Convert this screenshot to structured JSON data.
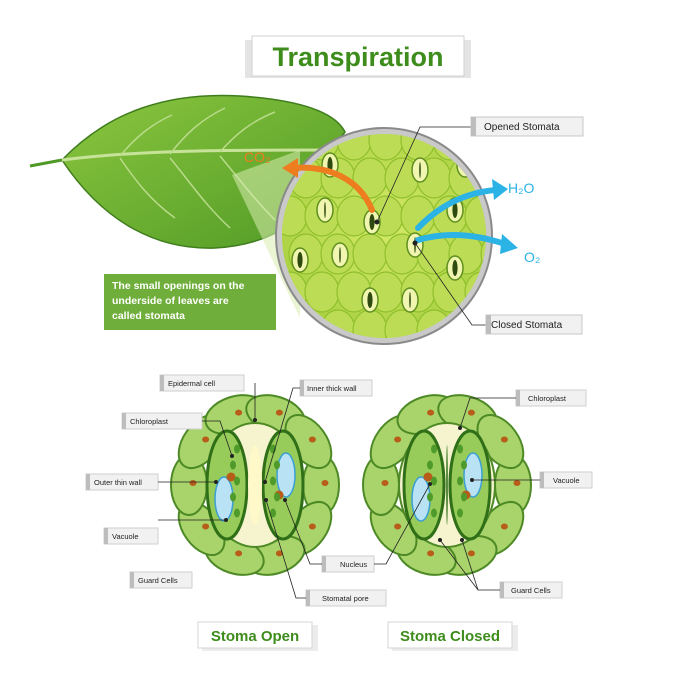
{
  "title": "Transpiration",
  "top_labels": {
    "opened_stomata": "Opened Stomata",
    "closed_stomata": "Closed Stomata"
  },
  "molecules": {
    "co2": "CO₂",
    "h2o": "H₂O",
    "o2": "O₂"
  },
  "note_lines": [
    "The small openings on the",
    "underside of leaves are",
    "called stomata"
  ],
  "left_labels": {
    "epidermal_cell": "Epidermal cell",
    "inner_thick_wall": "Inner thick wall",
    "chloroplast": "Chloroplast",
    "outer_thin_wall": "Outer thin wall",
    "vacuole": "Vacuole",
    "guard_cells": "Guard Cells",
    "nucleus": "Nucleus",
    "stomatal_pore": "Stomatal pore"
  },
  "right_labels": {
    "chloroplast": "Chloroplast",
    "vacuole": "Vacuole",
    "guard_cells": "Guard Cells"
  },
  "captions": {
    "open": "Stoma Open",
    "closed": "Stoma Closed"
  },
  "colors": {
    "title_green": "#3e8d1c",
    "leaf_green": "#6fae3a",
    "co2_arrow": "#ee7d1f",
    "water_arrow": "#2bb3e6"
  }
}
